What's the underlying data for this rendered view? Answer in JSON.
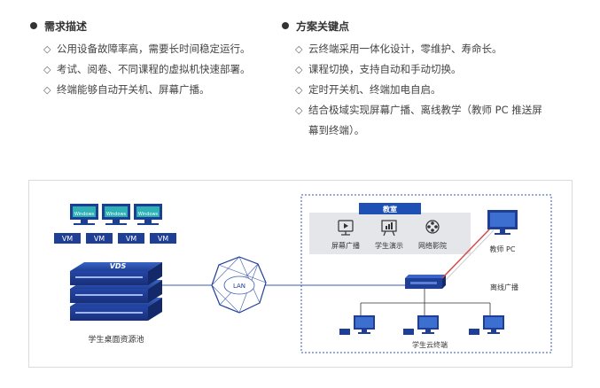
{
  "requirements": {
    "title": "需求描述",
    "items": [
      "公用设备故障率高，需要长时间稳定运行。",
      "考试、阅卷、不同课程的虚拟机快速部署。",
      "终端能够自动开关机、屏幕广播。"
    ]
  },
  "solution": {
    "title": "方案关键点",
    "items": [
      "云终端采用一体化设计，零维护、寿命长。",
      "课程切换，支持自动和手动切换。",
      "定时开关机、终端加电自启。",
      "结合极域实现屏幕广播、离线教学（教师 PC 推送屏幕到终端）。"
    ]
  },
  "diagram": {
    "windows_label": "Windows",
    "vm_label": "VM",
    "vds_label": "VDS",
    "pool_label": "学生桌面资源池",
    "lan_label": "LAN",
    "classroom_label": "教室",
    "features": [
      "屏幕广播",
      "学生演示",
      "网络影院"
    ],
    "teacher_pc_label": "教师 PC",
    "offline_broadcast_label": "离线广播",
    "student_terminals_label": "学生云终端"
  },
  "colors": {
    "primary_blue": "#1f4aa8",
    "dark_blue": "#22347a",
    "teal": "#17a2a8",
    "banner_blue": "#1e4fb4",
    "panel_gray": "#e4e6ea",
    "line_red": "#d44b4b"
  }
}
